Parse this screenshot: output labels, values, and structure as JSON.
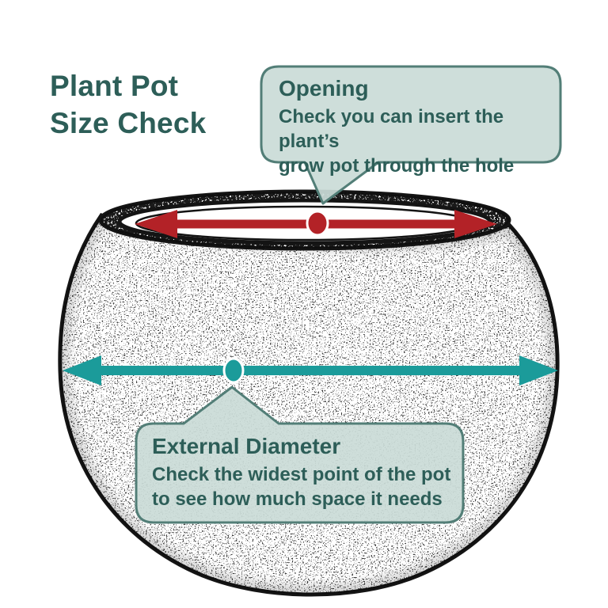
{
  "title": {
    "line1": "Plant Pot",
    "line2": "Size Check"
  },
  "callouts": {
    "opening": {
      "heading": "Opening",
      "body_line1": "Check you can insert the plant’s",
      "body_line2": "grow pot through the hole"
    },
    "external": {
      "heading": "External Diameter",
      "body_line1": "Check the widest point of the pot",
      "body_line2": "to see how much space it needs"
    }
  },
  "diagram": {
    "subject": "hand-sketched round plant pot, front view",
    "opening_marker": "red double-headed arrow with centre dot across pot opening",
    "external_marker": "teal double-headed arrow with centre dot across widest point"
  },
  "colors": {
    "background": "#ffffff",
    "heading_text": "#2d5e58",
    "opening_arrow_red": "#b32227",
    "external_arrow_teal": "#1b9b9a",
    "callout_fill": "#cadcd7",
    "callout_border": "#527e77",
    "sketch_ink": "#141414"
  }
}
